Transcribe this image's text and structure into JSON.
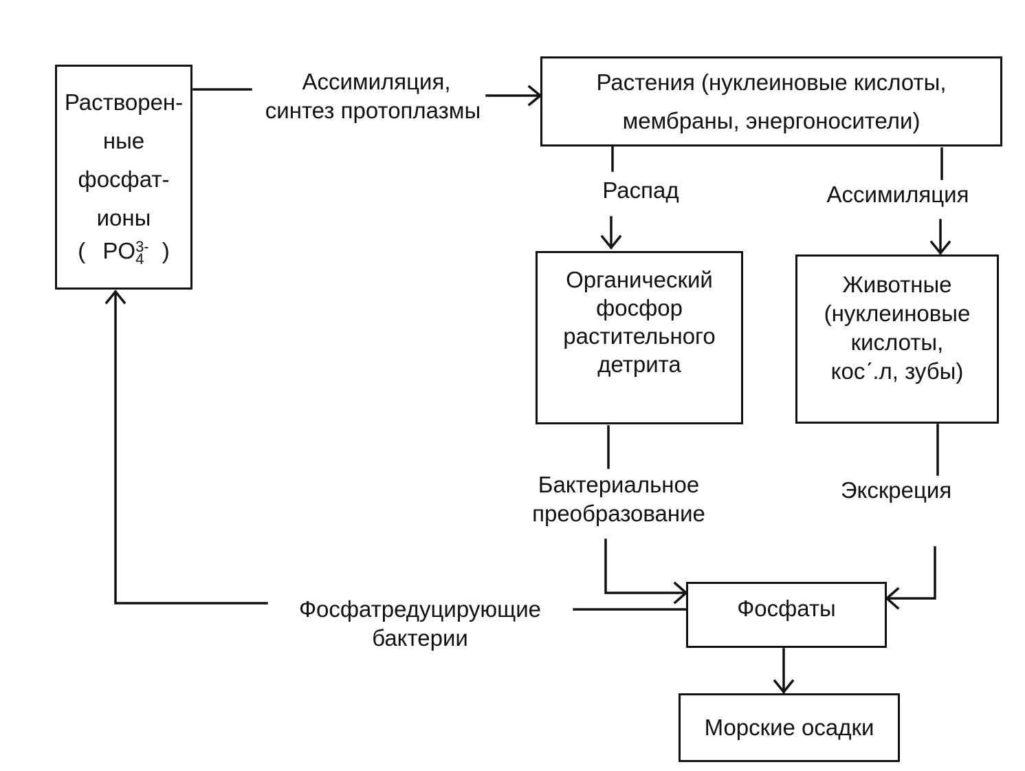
{
  "nodes": {
    "dissolved": {
      "lines": [
        "Растворен-",
        "ные",
        "фосфат-",
        "ионы"
      ],
      "formula_open": "(",
      "formula_base": "PO",
      "formula_sub": "4",
      "formula_sup": "3-",
      "formula_close": ")"
    },
    "plants": {
      "lines": [
        "Растения (нуклеиновые кислоты,",
        "мембраны, энергоносители)"
      ]
    },
    "organic": {
      "lines": [
        "Органический",
        "фосфор",
        "растительного",
        "детрита"
      ]
    },
    "animals": {
      "lines": [
        "Животные",
        "(нуклеиновые",
        "кислоты,",
        "косʹ.л, зубы)"
      ]
    },
    "phosphates": {
      "label": "Фосфаты"
    },
    "sediments": {
      "label": "Морские осадки"
    }
  },
  "edges": {
    "assimilation_synthesis": [
      "Ассимиляция,",
      "синтез протоплазмы"
    ],
    "decay": "Распад",
    "assimilation": "Ассимиляция",
    "bacterial": [
      "Бактериальное",
      "преобразование"
    ],
    "excretion": "Экскреция",
    "reducing_bacteria": [
      "Фосфатредуцирующие",
      "бактерии"
    ]
  },
  "style": {
    "stroke_color": "#111111"
  }
}
